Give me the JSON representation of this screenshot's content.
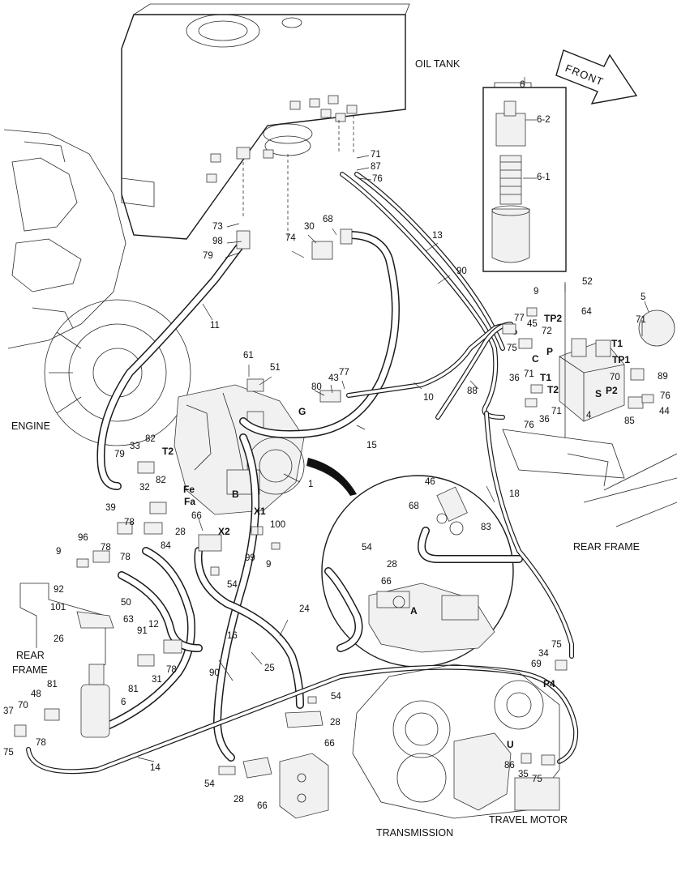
{
  "zones": {
    "oil_tank": "OIL TANK",
    "front": "FRONT",
    "engine": "ENGINE",
    "rear_frame_right": "REAR FRAME",
    "rear_frame_left_1": "REAR",
    "rear_frame_left_2": "FRAME",
    "transmission": "TRANSMISSION",
    "travel_motor": "TRAVEL MOTOR"
  },
  "ports": [
    "TP2",
    "C",
    "P",
    "T1",
    "TP1",
    "T1",
    "T2",
    "S",
    "P2",
    "G",
    "T2",
    "Fe",
    "Fa",
    "B",
    "X1",
    "X2",
    "A",
    "P4",
    "U"
  ],
  "callouts": [
    "6",
    "6-2",
    "6-1",
    "71",
    "87",
    "76",
    "73",
    "98",
    "79",
    "74",
    "30",
    "68",
    "13",
    "11",
    "90",
    "52",
    "64",
    "5",
    "9",
    "77",
    "45",
    "72",
    "75",
    "71",
    "89",
    "71",
    "36",
    "70",
    "76",
    "44",
    "85",
    "36",
    "71",
    "76",
    "4",
    "88",
    "10",
    "18",
    "61",
    "51",
    "80",
    "43",
    "77",
    "15",
    "1",
    "82",
    "33",
    "79",
    "32",
    "82",
    "39",
    "78",
    "66",
    "28",
    "100",
    "99",
    "9",
    "96",
    "78",
    "78",
    "9",
    "84",
    "54",
    "92",
    "101",
    "50",
    "63",
    "91",
    "12",
    "16",
    "26",
    "34",
    "69",
    "75",
    "24",
    "25",
    "90",
    "31",
    "78",
    "81",
    "48",
    "81",
    "70",
    "37",
    "78",
    "75",
    "6",
    "14",
    "54",
    "28",
    "66",
    "54",
    "28",
    "66",
    "86",
    "35",
    "75",
    "46",
    "68",
    "83",
    "54",
    "28",
    "66"
  ]
}
